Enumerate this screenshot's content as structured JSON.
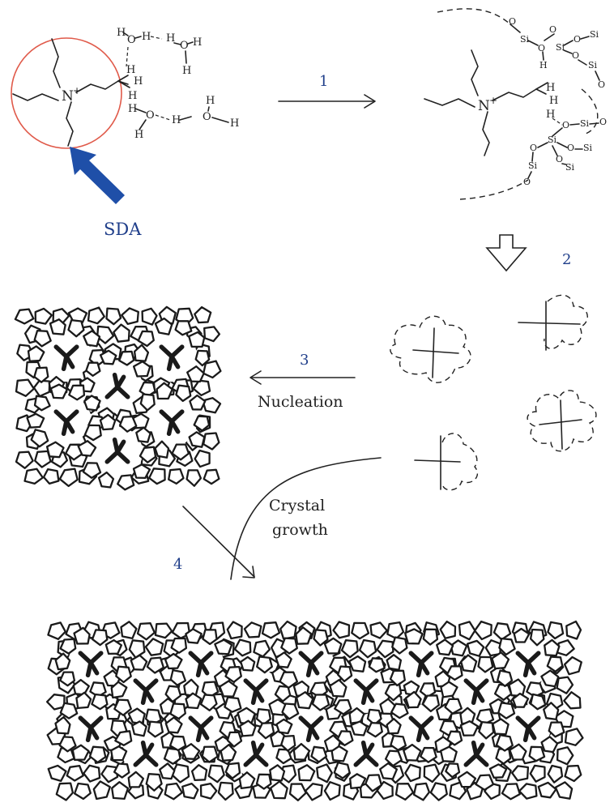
{
  "steps": {
    "step1": "1",
    "step2": "2",
    "step3": "3",
    "step4": "4"
  },
  "labels": {
    "sda": "SDA",
    "nucleation": "Nucleation",
    "crystal_growth_line1": "Crystal",
    "crystal_growth_line2": "growth"
  },
  "chemistry": {
    "nitrogen": "N",
    "plus": "+",
    "hydrogen": "H",
    "oxygen": "O",
    "silicon": "Si"
  },
  "colors": {
    "step_numbers": "#1f3e8a",
    "sda_arrow": "#1f4fa8",
    "sda_circle": "#e05a4a",
    "lines": "#222222"
  }
}
